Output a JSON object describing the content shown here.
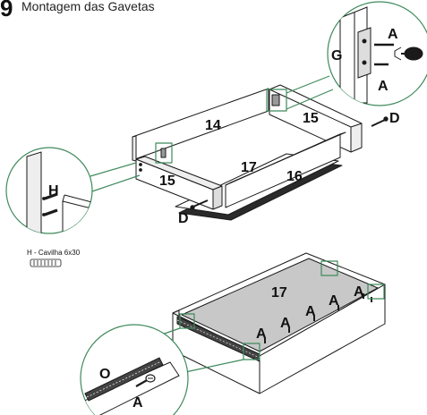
{
  "step": {
    "number": "9",
    "title": "Montagem das Gavetas"
  },
  "top_assembly": {
    "part_labels": {
      "back_panel": "14",
      "side_left": "15",
      "side_right": "15",
      "bottom": "17",
      "front": "16",
      "screw_d_left": "D",
      "screw_d_right": "D"
    },
    "detail_right": {
      "bracket": "G",
      "screw_top": "A",
      "screw_bottom": "A"
    },
    "detail_left": {
      "dowel": "H"
    },
    "dowel_caption": "H - Cavilha 6x30"
  },
  "bottom_assembly": {
    "panel_label": "17",
    "screw_labels": [
      "A",
      "A",
      "A",
      "A",
      "A",
      "A"
    ],
    "detail": {
      "rail": "O",
      "screw": "A"
    }
  },
  "colors": {
    "accent_green": "#3e8a5c",
    "line": "#1a1a1a",
    "panel_fill": "#ffffff",
    "bottom_fill": "#c8c8c8"
  }
}
